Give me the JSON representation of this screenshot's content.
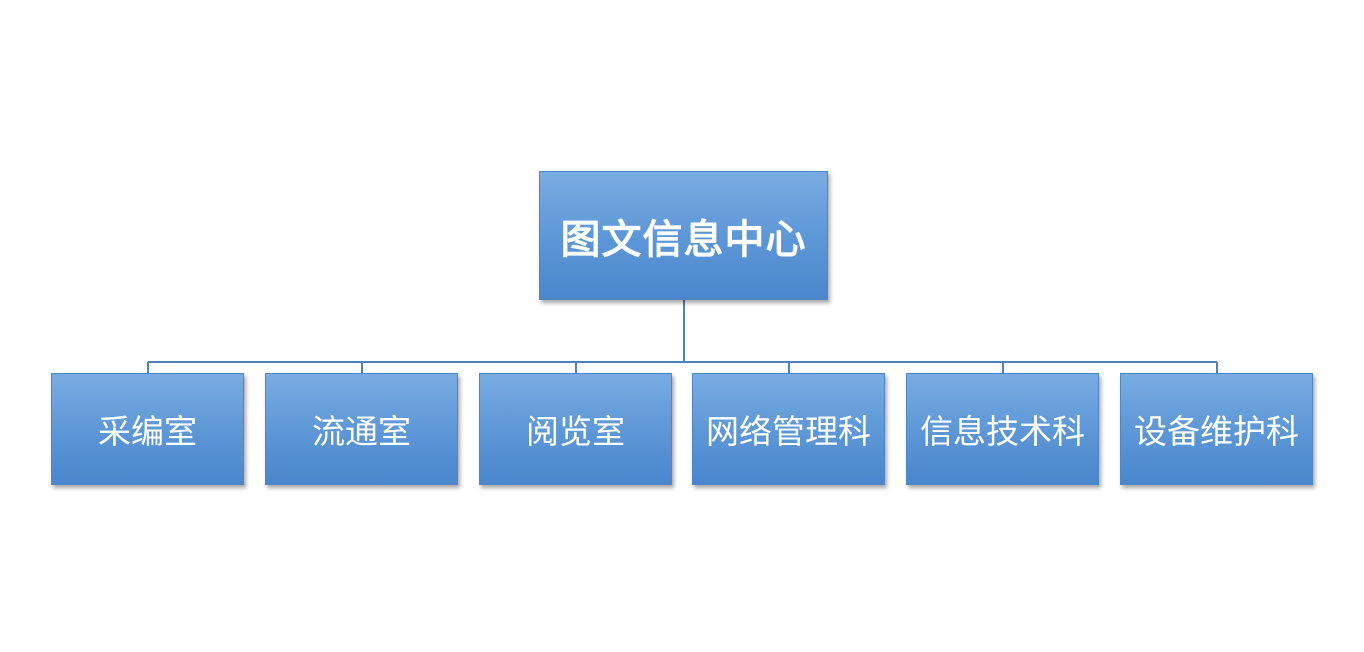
{
  "org_chart": {
    "root": {
      "label": "图文信息中心"
    },
    "children": [
      {
        "label": "采编室"
      },
      {
        "label": "流通室"
      },
      {
        "label": "阅览室"
      },
      {
        "label": "网络管理科"
      },
      {
        "label": "信息技术科"
      },
      {
        "label": "设备维护科"
      }
    ]
  },
  "colors": {
    "box_gradient_top": "#79ace2",
    "box_gradient_bottom": "#4a86cc",
    "box_border": "#4f86c5",
    "connector": "#4f81bd",
    "text": "#ffffff",
    "background": "#ffffff"
  }
}
